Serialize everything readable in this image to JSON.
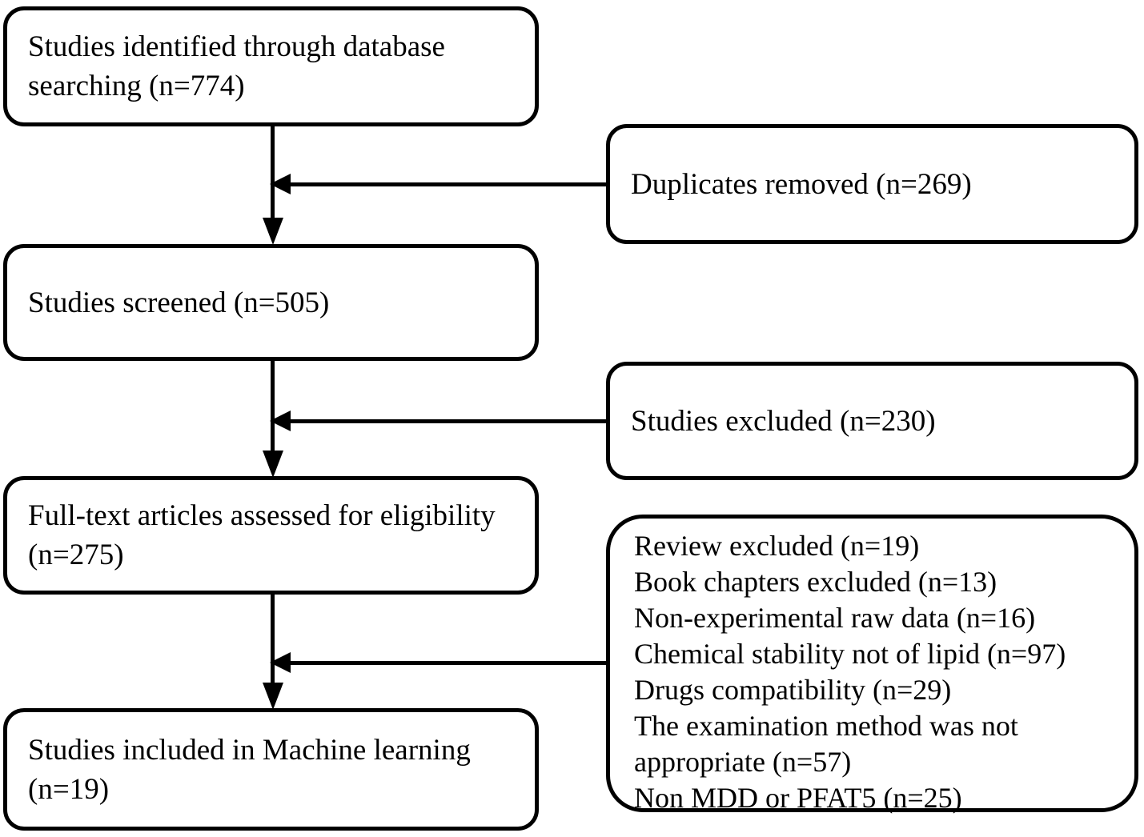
{
  "diagram": {
    "type": "prisma-flow-diagram",
    "orientation": "top-to-bottom",
    "colors": {
      "background": "#ffffff",
      "stroke": "#000000",
      "text": "#000000"
    },
    "nodes": {
      "identified": {
        "id": "studies-identified",
        "lines": [
          "Studies identified through database",
          "searching (n=774)"
        ],
        "n": 774
      },
      "screened": {
        "id": "studies-screened",
        "lines": [
          "Studies screened (n=505)"
        ],
        "n": 505
      },
      "fulltext": {
        "id": "full-text-assessed",
        "lines": [
          "Full-text articles assessed for eligibility",
          "(n=275)"
        ],
        "n": 275
      },
      "included": {
        "id": "studies-included",
        "lines": [
          "Studies included in Machine learning",
          "(n=19)"
        ],
        "n": 19
      },
      "duplicates": {
        "id": "duplicates-removed",
        "lines": [
          "Duplicates removed (n=269)"
        ],
        "n": 269
      },
      "excluded": {
        "id": "studies-excluded",
        "lines": [
          "Studies excluded (n=230)"
        ],
        "n": 230
      },
      "reasons": {
        "id": "exclusion-reasons",
        "lines": [
          "Review excluded (n=19)",
          "Book chapters excluded (n=13)",
          "Non-experimental raw data (n=16)",
          "Chemical stability not of lipid (n=97)",
          "Drugs compatibility (n=29)",
          "The examination method was not",
          "appropriate (n=57)",
          "Non MDD or PFAT5 (n=25)"
        ],
        "items": [
          {
            "label": "Review excluded",
            "n": 19
          },
          {
            "label": "Book chapters excluded",
            "n": 13
          },
          {
            "label": "Non-experimental raw data",
            "n": 16
          },
          {
            "label": "Chemical stability not of lipid",
            "n": 97
          },
          {
            "label": "Drugs compatibility",
            "n": 29
          },
          {
            "label": "The examination method was not appropriate",
            "n": 57
          },
          {
            "label": "Non MDD or PFAT5",
            "n": 25
          }
        ]
      }
    },
    "edges": [
      {
        "id": "identified-to-screened",
        "from": "identified",
        "to": "screened",
        "direction": "down"
      },
      {
        "id": "duplicates-to-flow",
        "from": "duplicates",
        "to": "identified-screened-link",
        "direction": "left"
      },
      {
        "id": "screened-to-fulltext",
        "from": "screened",
        "to": "fulltext",
        "direction": "down"
      },
      {
        "id": "excluded-to-flow",
        "from": "excluded",
        "to": "screened-fulltext-link",
        "direction": "left"
      },
      {
        "id": "fulltext-to-included",
        "from": "fulltext",
        "to": "included",
        "direction": "down"
      },
      {
        "id": "reasons-to-flow",
        "from": "reasons",
        "to": "fulltext-included-link",
        "direction": "left"
      }
    ]
  }
}
